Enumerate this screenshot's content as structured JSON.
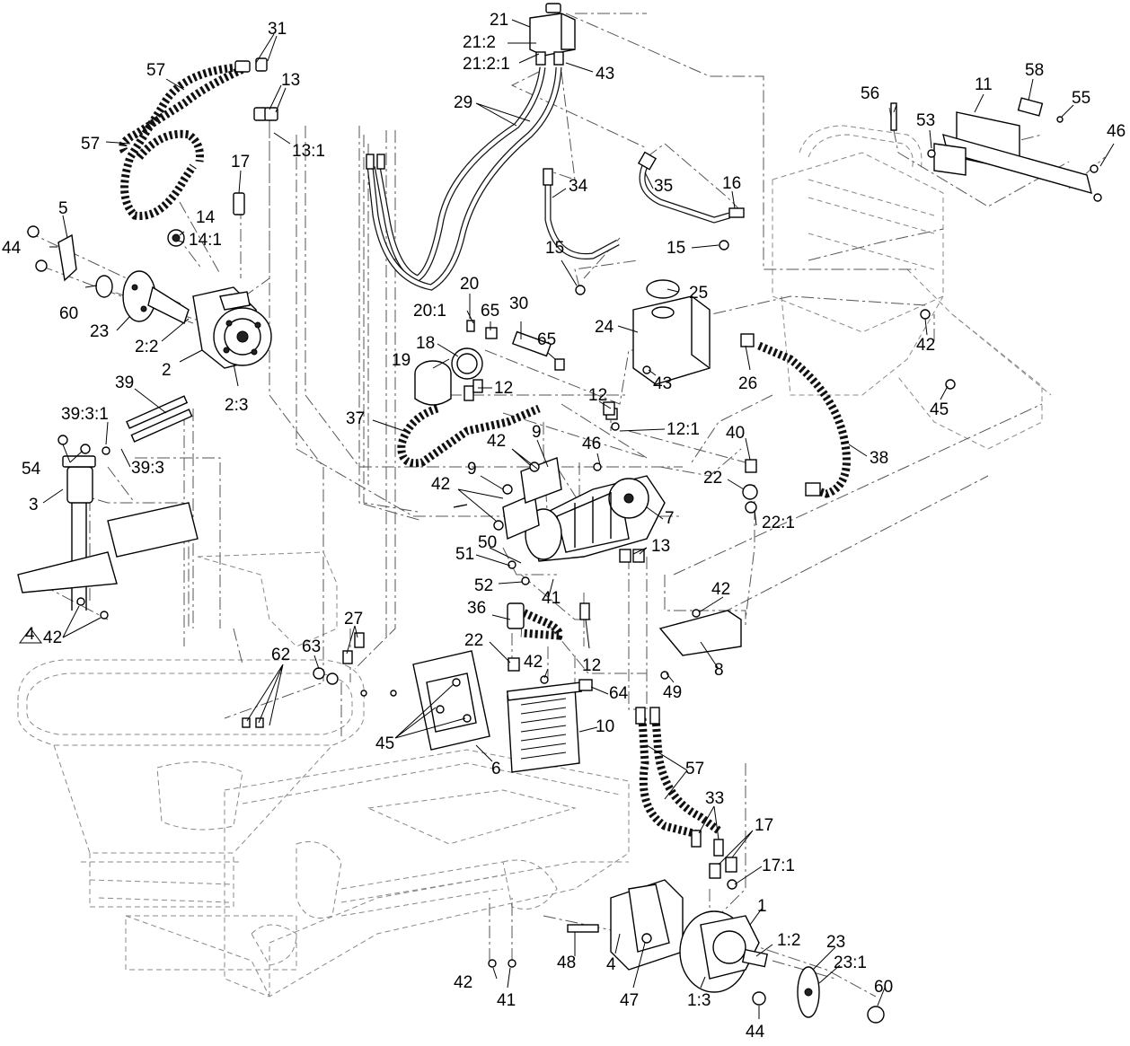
{
  "diagram": {
    "callouts": [
      {
        "id": "c31",
        "text": "31"
      },
      {
        "id": "c57a",
        "text": "57"
      },
      {
        "id": "c13a",
        "text": "13"
      },
      {
        "id": "c57b",
        "text": "57"
      },
      {
        "id": "c13_1",
        "text": "13:1"
      },
      {
        "id": "c17a",
        "text": "17"
      },
      {
        "id": "c5",
        "text": "5"
      },
      {
        "id": "c14",
        "text": "14"
      },
      {
        "id": "c14_1",
        "text": "14:1"
      },
      {
        "id": "c44a",
        "text": "44"
      },
      {
        "id": "c60a",
        "text": "60"
      },
      {
        "id": "c23a",
        "text": "23"
      },
      {
        "id": "c2_2",
        "text": "2:2"
      },
      {
        "id": "c2",
        "text": "2"
      },
      {
        "id": "c2_3",
        "text": "2:3"
      },
      {
        "id": "c39",
        "text": "39"
      },
      {
        "id": "c39_3_1",
        "text": "39:3:1"
      },
      {
        "id": "c54",
        "text": "54"
      },
      {
        "id": "c39_3",
        "text": "39:3"
      },
      {
        "id": "c3",
        "text": "3"
      },
      {
        "id": "c4_42",
        "text": "42"
      },
      {
        "id": "c4a",
        "text": "4"
      },
      {
        "id": "c21",
        "text": "21"
      },
      {
        "id": "c21_2",
        "text": "21:2"
      },
      {
        "id": "c21_2_1",
        "text": "21:2:1"
      },
      {
        "id": "c43a",
        "text": "43"
      },
      {
        "id": "c29",
        "text": "29"
      },
      {
        "id": "c34",
        "text": "34"
      },
      {
        "id": "c35",
        "text": "35"
      },
      {
        "id": "c16",
        "text": "16"
      },
      {
        "id": "c15a",
        "text": "15"
      },
      {
        "id": "c15b",
        "text": "15"
      },
      {
        "id": "c20",
        "text": "20"
      },
      {
        "id": "c20_1",
        "text": "20:1"
      },
      {
        "id": "c65a",
        "text": "65"
      },
      {
        "id": "c30",
        "text": "30"
      },
      {
        "id": "c65b",
        "text": "65"
      },
      {
        "id": "c18",
        "text": "18"
      },
      {
        "id": "c19",
        "text": "19"
      },
      {
        "id": "c12a",
        "text": "12"
      },
      {
        "id": "c12b",
        "text": "12"
      },
      {
        "id": "c12_1",
        "text": "12:1"
      },
      {
        "id": "c37",
        "text": "37"
      },
      {
        "id": "c24",
        "text": "24"
      },
      {
        "id": "c25",
        "text": "25"
      },
      {
        "id": "c43b",
        "text": "43"
      },
      {
        "id": "c26",
        "text": "26"
      },
      {
        "id": "c42r",
        "text": "42"
      },
      {
        "id": "c45r",
        "text": "45"
      },
      {
        "id": "c38",
        "text": "38"
      },
      {
        "id": "c56",
        "text": "56"
      },
      {
        "id": "c11",
        "text": "11"
      },
      {
        "id": "c58",
        "text": "58"
      },
      {
        "id": "c53",
        "text": "53"
      },
      {
        "id": "c55",
        "text": "55"
      },
      {
        "id": "c46a",
        "text": "46"
      },
      {
        "id": "c42a",
        "text": "42"
      },
      {
        "id": "c9a",
        "text": "9"
      },
      {
        "id": "c46b",
        "text": "46"
      },
      {
        "id": "c9b",
        "text": "9"
      },
      {
        "id": "c42b",
        "text": "42"
      },
      {
        "id": "c7",
        "text": "7"
      },
      {
        "id": "c40",
        "text": "40"
      },
      {
        "id": "c22a",
        "text": "22"
      },
      {
        "id": "c22_1",
        "text": "22:1"
      },
      {
        "id": "c51",
        "text": "51"
      },
      {
        "id": "c50",
        "text": "50"
      },
      {
        "id": "c13b",
        "text": "13"
      },
      {
        "id": "c52",
        "text": "52"
      },
      {
        "id": "c41a",
        "text": "41"
      },
      {
        "id": "c36",
        "text": "36"
      },
      {
        "id": "c42c",
        "text": "42"
      },
      {
        "id": "c8",
        "text": "8"
      },
      {
        "id": "c22b",
        "text": "22"
      },
      {
        "id": "c12c",
        "text": "12"
      },
      {
        "id": "c42d",
        "text": "42"
      },
      {
        "id": "c64",
        "text": "64"
      },
      {
        "id": "c49",
        "text": "49"
      },
      {
        "id": "c27",
        "text": "27"
      },
      {
        "id": "c62",
        "text": "62"
      },
      {
        "id": "c63",
        "text": "63"
      },
      {
        "id": "c45a",
        "text": "45"
      },
      {
        "id": "c6",
        "text": "6"
      },
      {
        "id": "c10",
        "text": "10"
      },
      {
        "id": "c57c",
        "text": "57"
      },
      {
        "id": "c33",
        "text": "33"
      },
      {
        "id": "c17b",
        "text": "17"
      },
      {
        "id": "c17_1",
        "text": "17:1"
      },
      {
        "id": "c1",
        "text": "1"
      },
      {
        "id": "c1_2",
        "text": "1:2"
      },
      {
        "id": "c23b",
        "text": "23"
      },
      {
        "id": "c23_1",
        "text": "23:1"
      },
      {
        "id": "c60b",
        "text": "60"
      },
      {
        "id": "c48",
        "text": "48"
      },
      {
        "id": "c42e",
        "text": "42"
      },
      {
        "id": "c41b",
        "text": "41"
      },
      {
        "id": "c4b",
        "text": "4"
      },
      {
        "id": "c47",
        "text": "47"
      },
      {
        "id": "c1_3",
        "text": "1:3"
      },
      {
        "id": "c44b",
        "text": "44"
      }
    ]
  }
}
